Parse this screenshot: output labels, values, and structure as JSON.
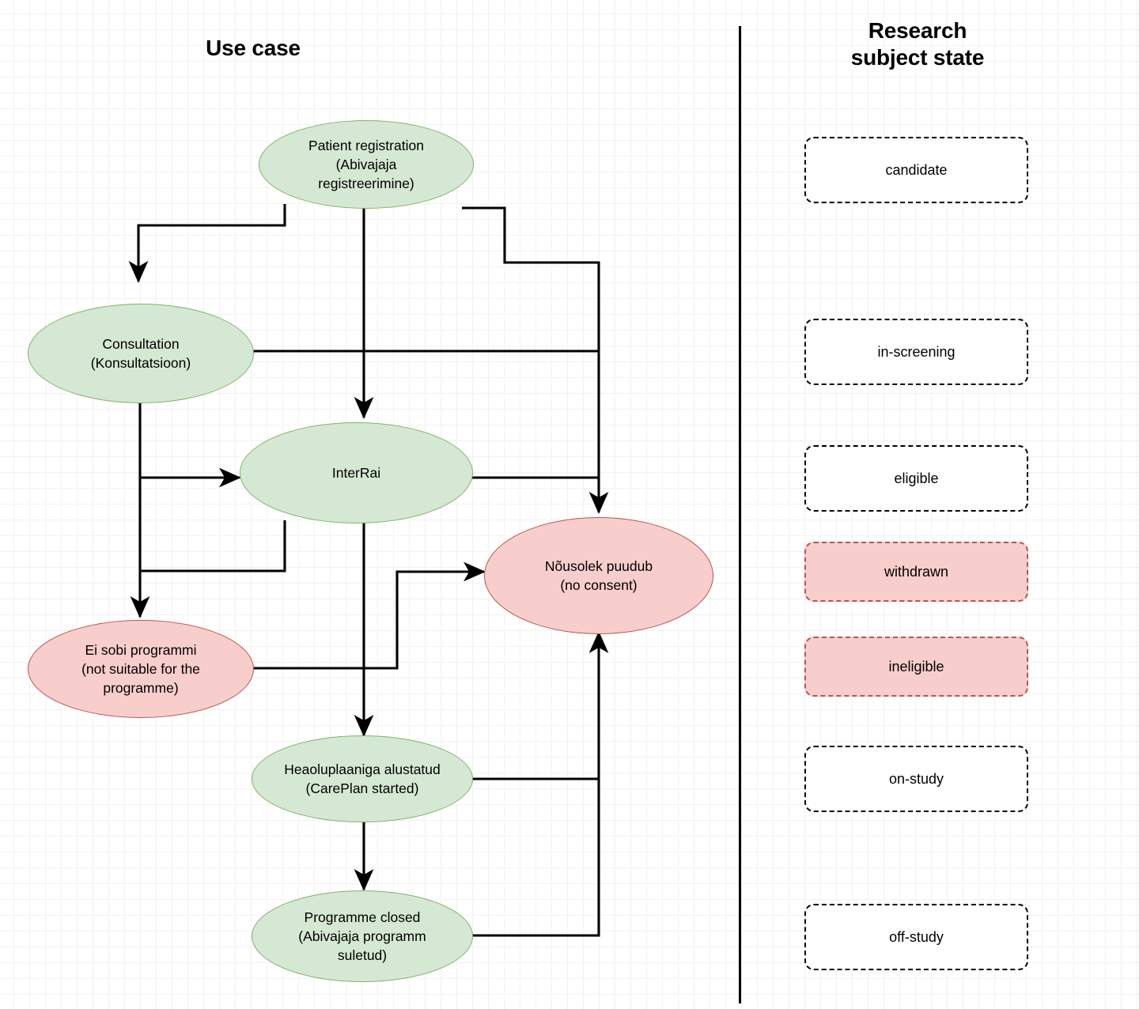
{
  "columns": {
    "left_title": "Use case",
    "right_title": "Research\nsubject state"
  },
  "colors": {
    "green_fill": "#d5e8d4",
    "green_stroke": "#82b366",
    "red_fill": "#f8cecc",
    "red_stroke": "#b85450",
    "edge_stroke": "#000000",
    "grid_minor": "#f2f2f2",
    "grid_major": "#e6e6e6",
    "page_background": "#ffffff"
  },
  "use_case_nodes": [
    {
      "id": "patient-registration",
      "label": "Patient registration\n(Abivajaja\nregistreerimine)",
      "shape": "ellipse",
      "color": "green"
    },
    {
      "id": "consultation",
      "label": "Consultation\n(Konsultatsioon)",
      "shape": "ellipse",
      "color": "green"
    },
    {
      "id": "interrai",
      "label": "InterRai",
      "shape": "ellipse",
      "color": "green"
    },
    {
      "id": "no-consent",
      "label": "Nõusolek puudub\n(no consent)",
      "shape": "ellipse",
      "color": "red"
    },
    {
      "id": "not-suitable",
      "label": "Ei sobi programmi\n(not suitable for the\nprogramme)",
      "shape": "ellipse",
      "color": "red"
    },
    {
      "id": "careplan-started",
      "label": "Heaoluplaaniga alustatud\n(CarePlan started)",
      "shape": "ellipse",
      "color": "green"
    },
    {
      "id": "programme-closed",
      "label": "Programme closed\n(Abivajaja  programm\nsuletud)",
      "shape": "ellipse",
      "color": "green"
    }
  ],
  "research_subject_states": [
    {
      "id": "candidate",
      "label": "candidate",
      "style": "plain"
    },
    {
      "id": "in-screening",
      "label": "in-screening",
      "style": "plain"
    },
    {
      "id": "eligible",
      "label": "eligible",
      "style": "plain"
    },
    {
      "id": "withdrawn",
      "label": "withdrawn",
      "style": "red"
    },
    {
      "id": "ineligible",
      "label": "ineligible",
      "style": "red"
    },
    {
      "id": "on-study",
      "label": "on-study",
      "style": "plain"
    },
    {
      "id": "off-study",
      "label": "off-study",
      "style": "plain"
    }
  ],
  "edges": [
    {
      "from": "patient-registration",
      "to": "consultation",
      "arrow": true
    },
    {
      "from": "patient-registration",
      "to": "interrai",
      "arrow": true
    },
    {
      "from": "patient-registration",
      "to": "no-consent",
      "arrow": true
    },
    {
      "from": "consultation",
      "to": "no-consent",
      "arrow": true
    },
    {
      "from": "consultation",
      "to": "interrai",
      "arrow": true
    },
    {
      "from": "consultation",
      "to": "not-suitable",
      "arrow": true
    },
    {
      "from": "interrai",
      "to": "no-consent",
      "arrow": true
    },
    {
      "from": "interrai",
      "to": "not-suitable",
      "arrow": true
    },
    {
      "from": "interrai",
      "to": "careplan-started",
      "arrow": true
    },
    {
      "from": "not-suitable",
      "to": "no-consent",
      "arrow": true
    },
    {
      "from": "careplan-started",
      "to": "programme-closed",
      "arrow": true
    },
    {
      "from": "careplan-started",
      "to": "no-consent",
      "arrow": true
    },
    {
      "from": "programme-closed",
      "to": "no-consent",
      "arrow": true
    }
  ]
}
